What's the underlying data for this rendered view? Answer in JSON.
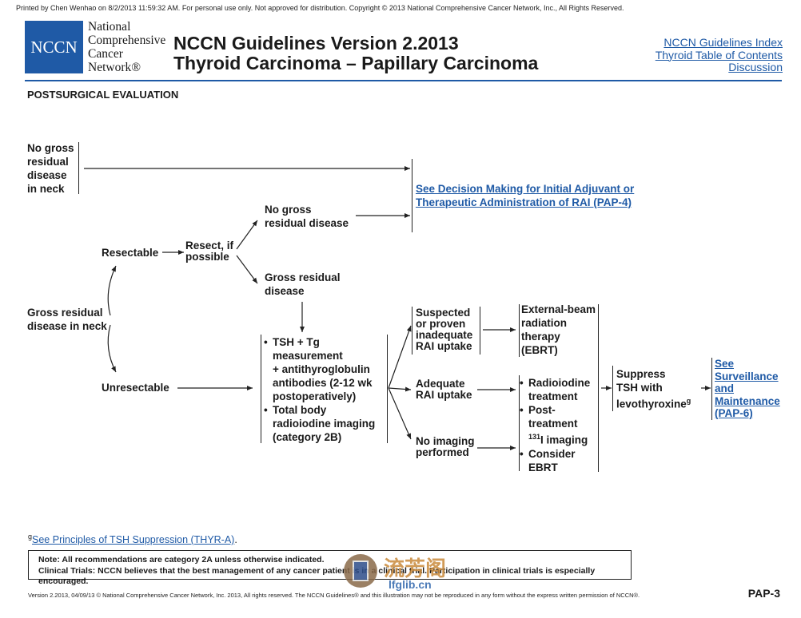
{
  "header": {
    "printed_notice": "Printed by Chen Wenhao on 8/2/2013 11:59:32 AM.  For personal use only.  Not approved for distribution.  Copyright © 2013 National Comprehensive Cancer Network, Inc., All Rights Reserved.",
    "logo_abbr": "NCCN",
    "logo_lines": [
      "National",
      "Comprehensive",
      "Cancer",
      "Network®"
    ],
    "title_line1": "NCCN Guidelines Version 2.2013",
    "title_line2": "Thyroid Carcinoma – Papillary Carcinoma",
    "links": [
      "NCCN Guidelines Index",
      "Thyroid Table of Contents",
      "Discussion"
    ]
  },
  "section_title": "POSTSURGICAL EVALUATION",
  "flow": {
    "no_gross_neck": [
      "No gross",
      "residual",
      "disease",
      "in neck"
    ],
    "see_decision": [
      "See Decision Making for Initial Adjuvant or",
      "Therapeutic Administration of RAI (PAP-4)"
    ],
    "no_gross_residual": [
      "No gross",
      "residual disease"
    ],
    "resectable": "Resectable",
    "resect_if_possible": [
      "Resect, if",
      "possible"
    ],
    "gross_residual_disease": [
      "Gross residual",
      "disease"
    ],
    "gross_residual_neck": [
      "Gross residual",
      "disease in neck"
    ],
    "unresectable": "Unresectable",
    "tsh_bullets": [
      [
        "TSH + Tg",
        "measurement",
        "+ antithyroglobulin",
        "antibodies (2-12 wk",
        "postoperatively)"
      ],
      [
        "Total body",
        "radioiodine imaging",
        "(category 2B)"
      ]
    ],
    "suspected": [
      "Suspected",
      "or proven",
      "inadequate",
      "RAI uptake"
    ],
    "adequate": [
      "Adequate",
      "RAI uptake"
    ],
    "no_imaging": [
      "No imaging",
      "performed"
    ],
    "ebrt": [
      "External-beam",
      "radiation",
      "therapy",
      "(EBRT)"
    ],
    "radio_bullets": [
      [
        "Radioiodine",
        "treatment"
      ],
      [
        "Post-",
        "treatment"
      ],
      [
        "Consider",
        "EBRT"
      ]
    ],
    "i131_sup": "131",
    "i131_text": "I imaging",
    "suppress": [
      "Suppress",
      "TSH with",
      "levothyroxine"
    ],
    "suppress_sup": "g",
    "see_surv": [
      "See",
      "Surveillance",
      "and",
      "Maintenance",
      "(PAP-6)"
    ]
  },
  "footnote": {
    "marker": "g",
    "text": "See Principles of TSH Suppression (THYR-A)",
    "tail": "."
  },
  "note": {
    "line1": "Note:  All recommendations are category 2A unless otherwise indicated.",
    "line2": "Clinical Trials: NCCN believes that the best management of any cancer patient is in a clinical trial. Participation in clinical trials is especially encouraged."
  },
  "footer": "Version 2.2013, 04/09/13 © National Comprehensive Cancer Network, Inc. 2013, All rights reserved. The NCCN Guidelines® and this illustration may not be reproduced in any form without the express written permission of NCCN®.",
  "page_id": "PAP-3",
  "watermark": {
    "text": "流芳阁",
    "url": "lfglib.cn"
  },
  "colors": {
    "brand_blue": "#1f5aa6",
    "text": "#1a1a1a"
  }
}
